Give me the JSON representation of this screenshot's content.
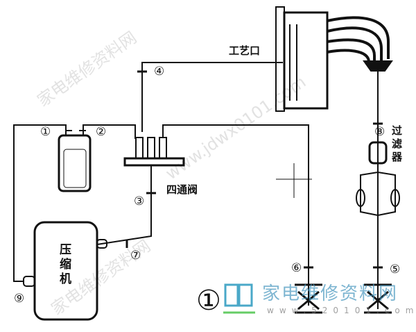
{
  "labels": {
    "process_port": "工艺口",
    "filter": "过滤器",
    "four_way_valve": "四通阀",
    "compressor": "压缩机"
  },
  "points": [
    "①",
    "②",
    "③",
    "④",
    "⑤",
    "⑥",
    "⑦",
    "⑧",
    "⑨"
  ],
  "figure_number": "①",
  "watermark": {
    "site_name": "家电维修资料网",
    "url": "www.jdwx0101.com"
  },
  "logo": {
    "name": "家电维修资料网",
    "url": "www.520101.com"
  }
}
